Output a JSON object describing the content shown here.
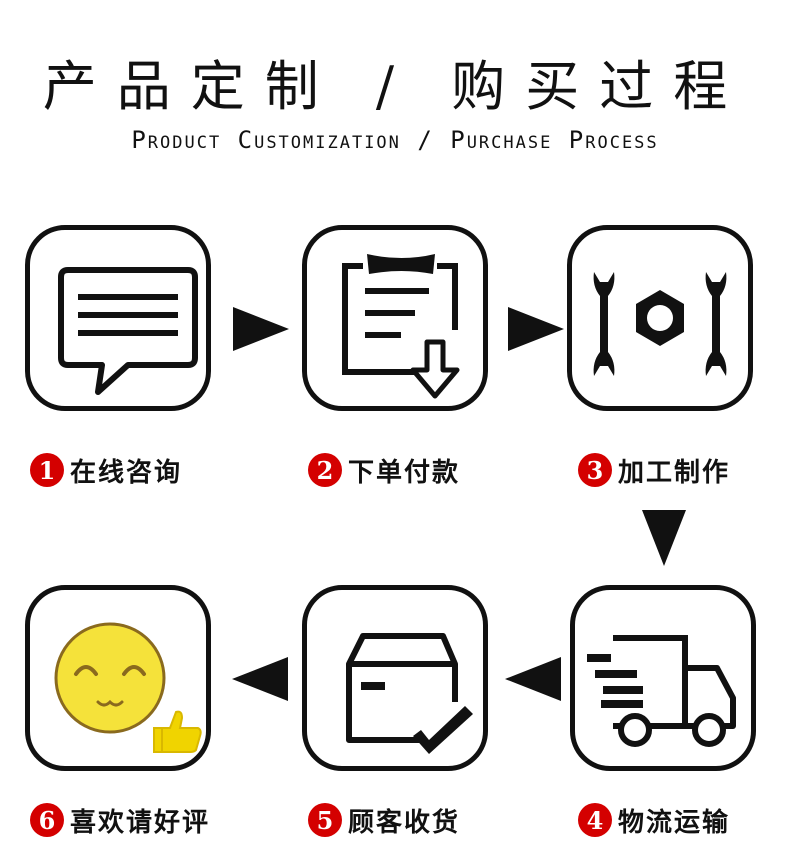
{
  "header": {
    "title_cn": "产品定制 / 购买过程",
    "title_en": "Product Customization / Purchase Process"
  },
  "steps": [
    {
      "num": "1",
      "label": "在线咨询",
      "icon": "chat-bubble-icon"
    },
    {
      "num": "2",
      "label": "下单付款",
      "icon": "order-download-icon"
    },
    {
      "num": "3",
      "label": "加工制作",
      "icon": "wrench-nut-icon"
    },
    {
      "num": "4",
      "label": "物流运输",
      "icon": "delivery-truck-icon"
    },
    {
      "num": "5",
      "label": "顾客收货",
      "icon": "box-check-icon"
    },
    {
      "num": "6",
      "label": "喜欢请好评",
      "icon": "smiley-thumbs-up-icon"
    }
  ],
  "colors": {
    "badge": "#d40000",
    "outline": "#111111",
    "smiley": "#f5e23a"
  }
}
